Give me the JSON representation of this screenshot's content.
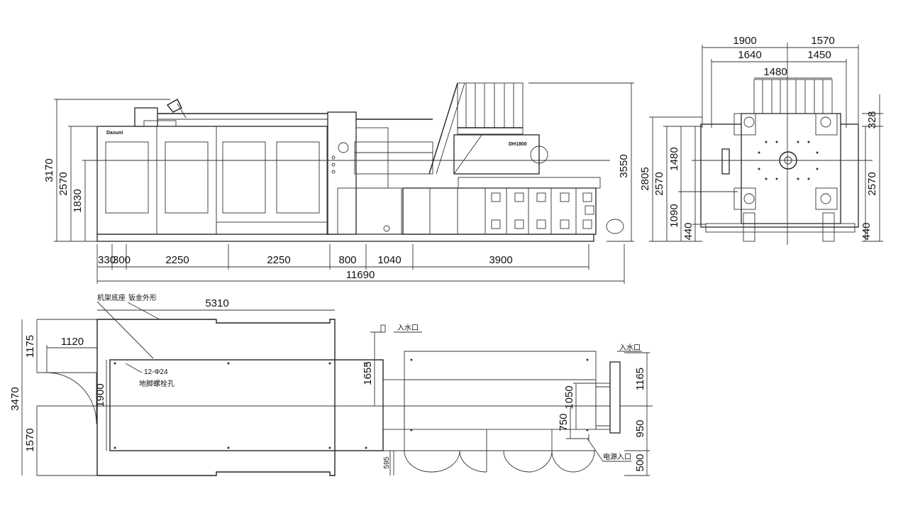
{
  "machine": {
    "brand_label": "Dasuni",
    "model_label": "DH1800"
  },
  "side_view": {
    "height_dims": [
      "3170",
      "2570",
      "1830",
      "3550"
    ],
    "length_dims": [
      "330",
      "300",
      "2250",
      "2250",
      "800",
      "1040",
      "3900"
    ],
    "total_length": "11690"
  },
  "end_view": {
    "top_dims": [
      "1900",
      "1570",
      "1640",
      "1450",
      "1480"
    ],
    "left_dims": [
      "2805",
      "2570",
      "1480",
      "1090",
      "440"
    ],
    "right_dims": [
      "328",
      "2570",
      "440"
    ]
  },
  "plan_view": {
    "top_dim": "5310",
    "left_dims": [
      "1175",
      "1120",
      "3470",
      "1900",
      "1570"
    ],
    "mid_dims": [
      "1655",
      "1050",
      "750",
      "595"
    ],
    "right_dims": [
      "1165",
      "950",
      "500"
    ],
    "labels": {
      "frame_base": "机架底座",
      "sheet_metal": "钣金外形",
      "bolt_spec": "12-Φ24",
      "bolt_hole": "地脚螺栓孔",
      "water_in_1": "入水口",
      "water_in_2": "入水口",
      "power_in": "电源入口"
    }
  }
}
